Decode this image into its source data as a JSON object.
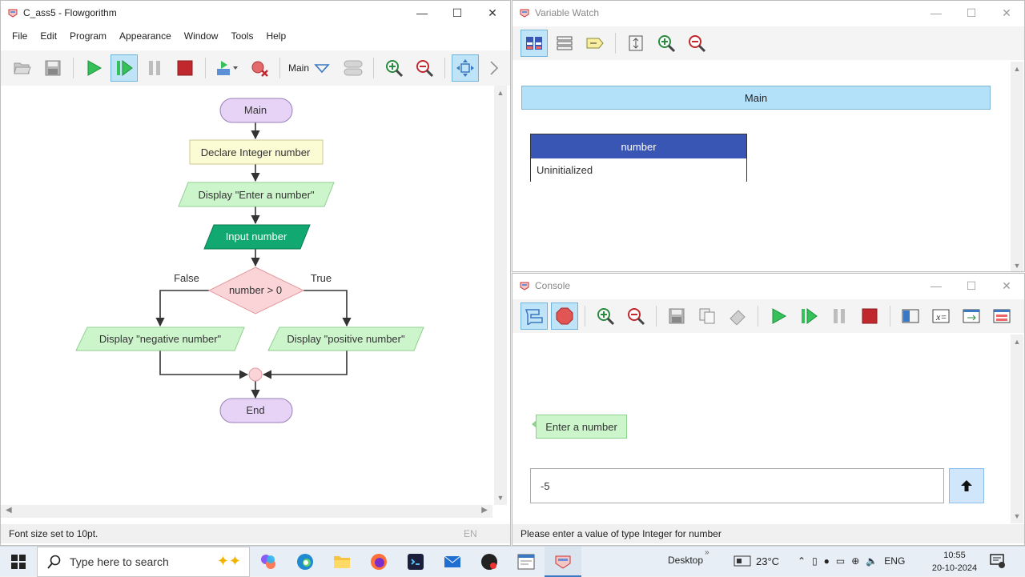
{
  "flowgorithm": {
    "title": "C_ass5 - Flowgorithm",
    "menu": [
      "File",
      "Edit",
      "Program",
      "Appearance",
      "Window",
      "Tools",
      "Help"
    ],
    "function_selector": "Main",
    "status": "Font size set to 10pt.",
    "status_lang": "EN",
    "flowchart": {
      "start": "Main",
      "declare": "Declare Integer number",
      "output1": "Display \"Enter a number\"",
      "input": "Input number",
      "decision": "number > 0",
      "false_label": "False",
      "true_label": "True",
      "output_false": "Display \"negative number\"",
      "output_true": "Display \"positive number\"",
      "end": "End"
    }
  },
  "variable_watch": {
    "title": "Variable Watch",
    "function_name": "Main",
    "variable_name": "number",
    "variable_value": "Uninitialized"
  },
  "console": {
    "title": "Console",
    "prompt_bubble": "Enter a number",
    "input_value": "-5",
    "status": "Please enter a value of type Integer for number"
  },
  "taskbar": {
    "search_placeholder": "Type here to search",
    "desktop_label": "Desktop",
    "temperature": "23°C",
    "language": "ENG",
    "time": "10:55",
    "date": "20-10-2024"
  },
  "colors": {
    "terminal": "#e6d3f5",
    "declare": "#fbfbd4",
    "output": "#ccf5cc",
    "input": "#12a872",
    "decision": "#fad4d6",
    "var_header": "#3a56b4",
    "main_bar": "#b4e1fa",
    "accent": "#bfe3f7"
  }
}
